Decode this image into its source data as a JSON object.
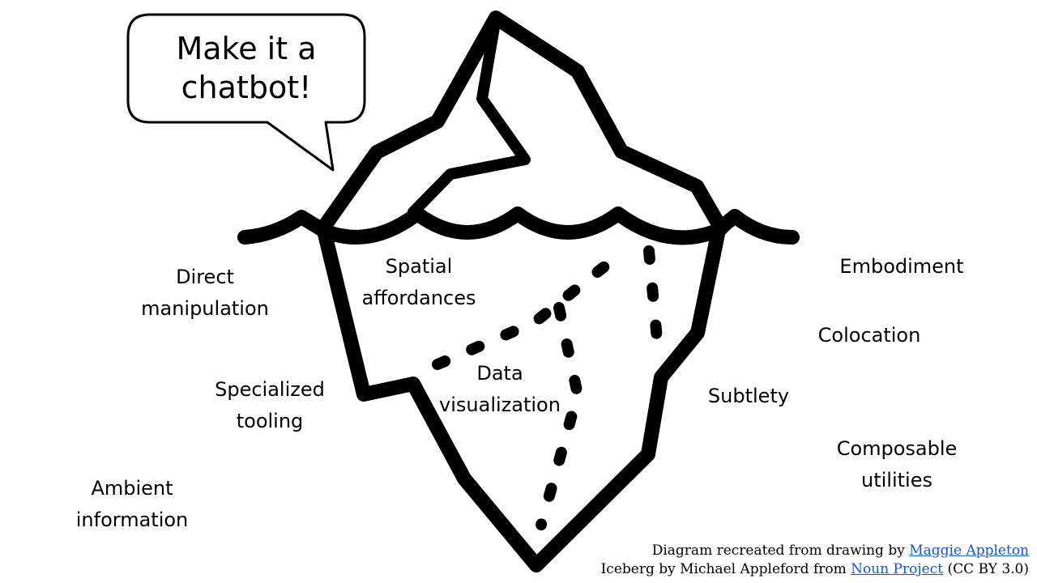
{
  "speech_bubble": {
    "lines": [
      "Make it a",
      "chatbot!"
    ]
  },
  "labels": {
    "direct_manipulation": [
      "Direct",
      "manipulation"
    ],
    "spatial_affordances": [
      "Spatial",
      "affordances"
    ],
    "specialized_tooling": [
      "Specialized",
      "tooling"
    ],
    "data_visualization": [
      "Data",
      "visualization"
    ],
    "ambient_information": [
      "Ambient",
      "information"
    ],
    "embodiment": "Embodiment",
    "colocation": "Colocation",
    "subtlety": "Subtlety",
    "composable_utilities": [
      "Composable",
      "utilities"
    ]
  },
  "credits": {
    "line1_prefix": "Diagram recreated from drawing by ",
    "line1_link": "Maggie Appleton",
    "line2_prefix": "Iceberg by Michael Appleford from ",
    "line2_link": "Noun Project",
    "line2_suffix": " (CC BY 3.0)"
  },
  "colors": {
    "stroke": "#000000",
    "background": "#ffffff",
    "link": "#1a56c4"
  }
}
